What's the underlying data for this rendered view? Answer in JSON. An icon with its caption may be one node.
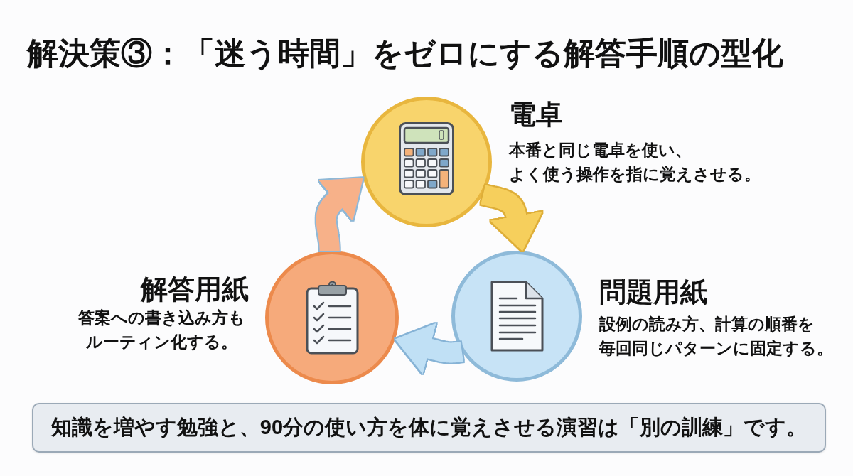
{
  "diagram": {
    "title": "解決策③：「迷う時間」をゼロにする解答手順の型化",
    "nodes": [
      {
        "text": [
          "電卓",
          "本番と同じ電卓を使い、よく使う操作を指に覚えさせる。"
        ]
      },
      {
        "text": [
          "解答用紙",
          "答案への書き込み方もルーティン化する。"
        ]
      },
      {
        "text": [
          "問題用紙",
          "設例の読み方、計算の順番を毎回同じパターンに固定する。"
        ]
      },
      {
        "text": [
          "知識を増やす勉強と、90分の使い方を体に覚えさせる演習は「別の訓練」です。"
        ]
      }
    ],
    "edges": [
      {
        "from": 0,
        "to": 2,
        "arrow": "to",
        "color": "#f6cf5c"
      },
      {
        "from": 2,
        "to": 1,
        "arrow": "to",
        "color": "#c0e0f5"
      },
      {
        "from": 1,
        "to": 0,
        "arrow": "to",
        "color": "#f7b189"
      }
    ]
  }
}
